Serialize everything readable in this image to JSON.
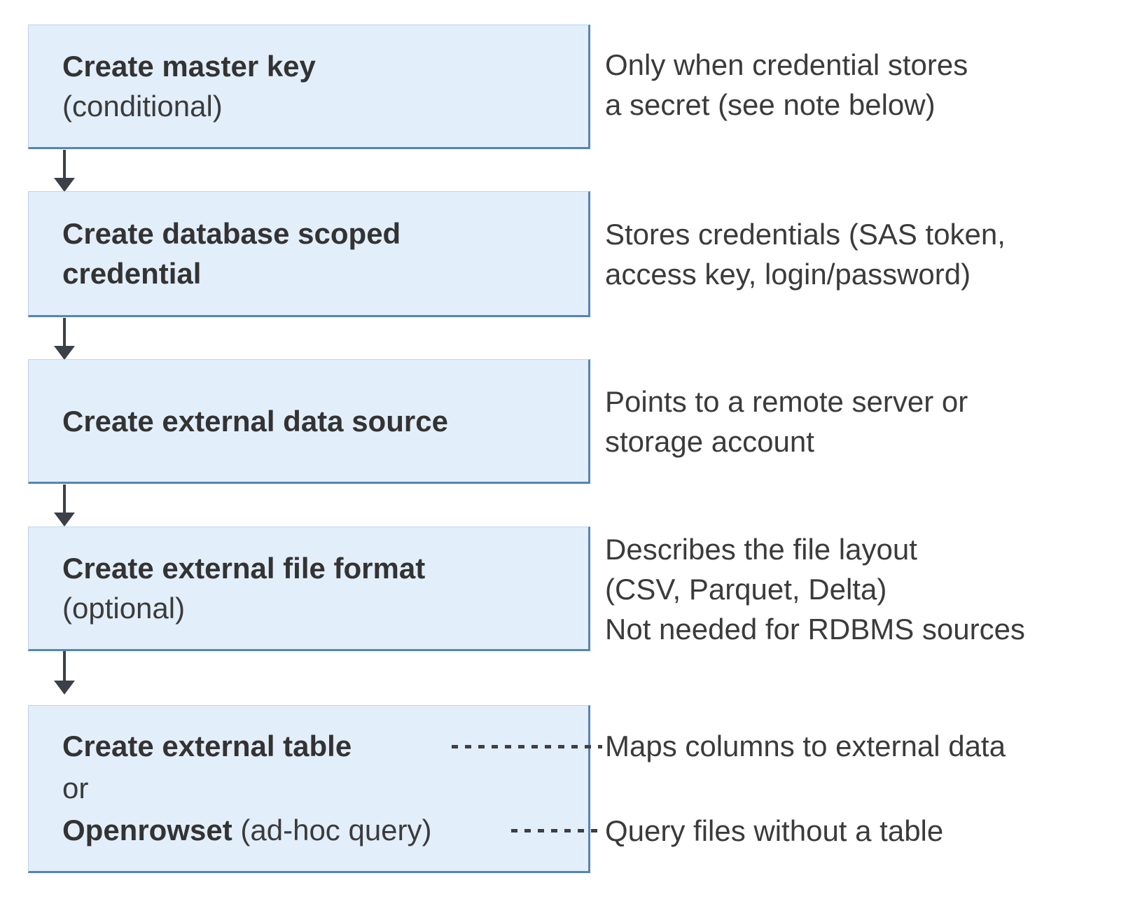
{
  "diagram": {
    "background_color": "#ffffff",
    "box_fill_color": "#e3eefb",
    "box_border_color": "#5585b5",
    "arrow_color": "#3c4049",
    "text_color": "#3b3b3b",
    "steps": [
      {
        "title": "Create master key",
        "qualifier": "(conditional)",
        "annotation": "Only when credential stores\na secret (see note below)"
      },
      {
        "title": "Create database scoped\ncredential",
        "annotation": "Stores credentials (SAS token,\naccess key, login/password)"
      },
      {
        "title": "Create external data source",
        "annotation": "Points to a remote server or\nstorage account"
      },
      {
        "title": "Create external file format",
        "qualifier": "(optional)",
        "annotation": "Describes the file layout\n(CSV, Parquet, Delta)\nNot needed for RDBMS sources"
      },
      {
        "title": "Create external table",
        "conjunction": "or",
        "alt_title": "Openrowset",
        "alt_qualifier": "(ad-hoc query)",
        "annotation_table": "Maps columns to external data",
        "annotation_openrowset": "Query files without a table"
      }
    ]
  }
}
